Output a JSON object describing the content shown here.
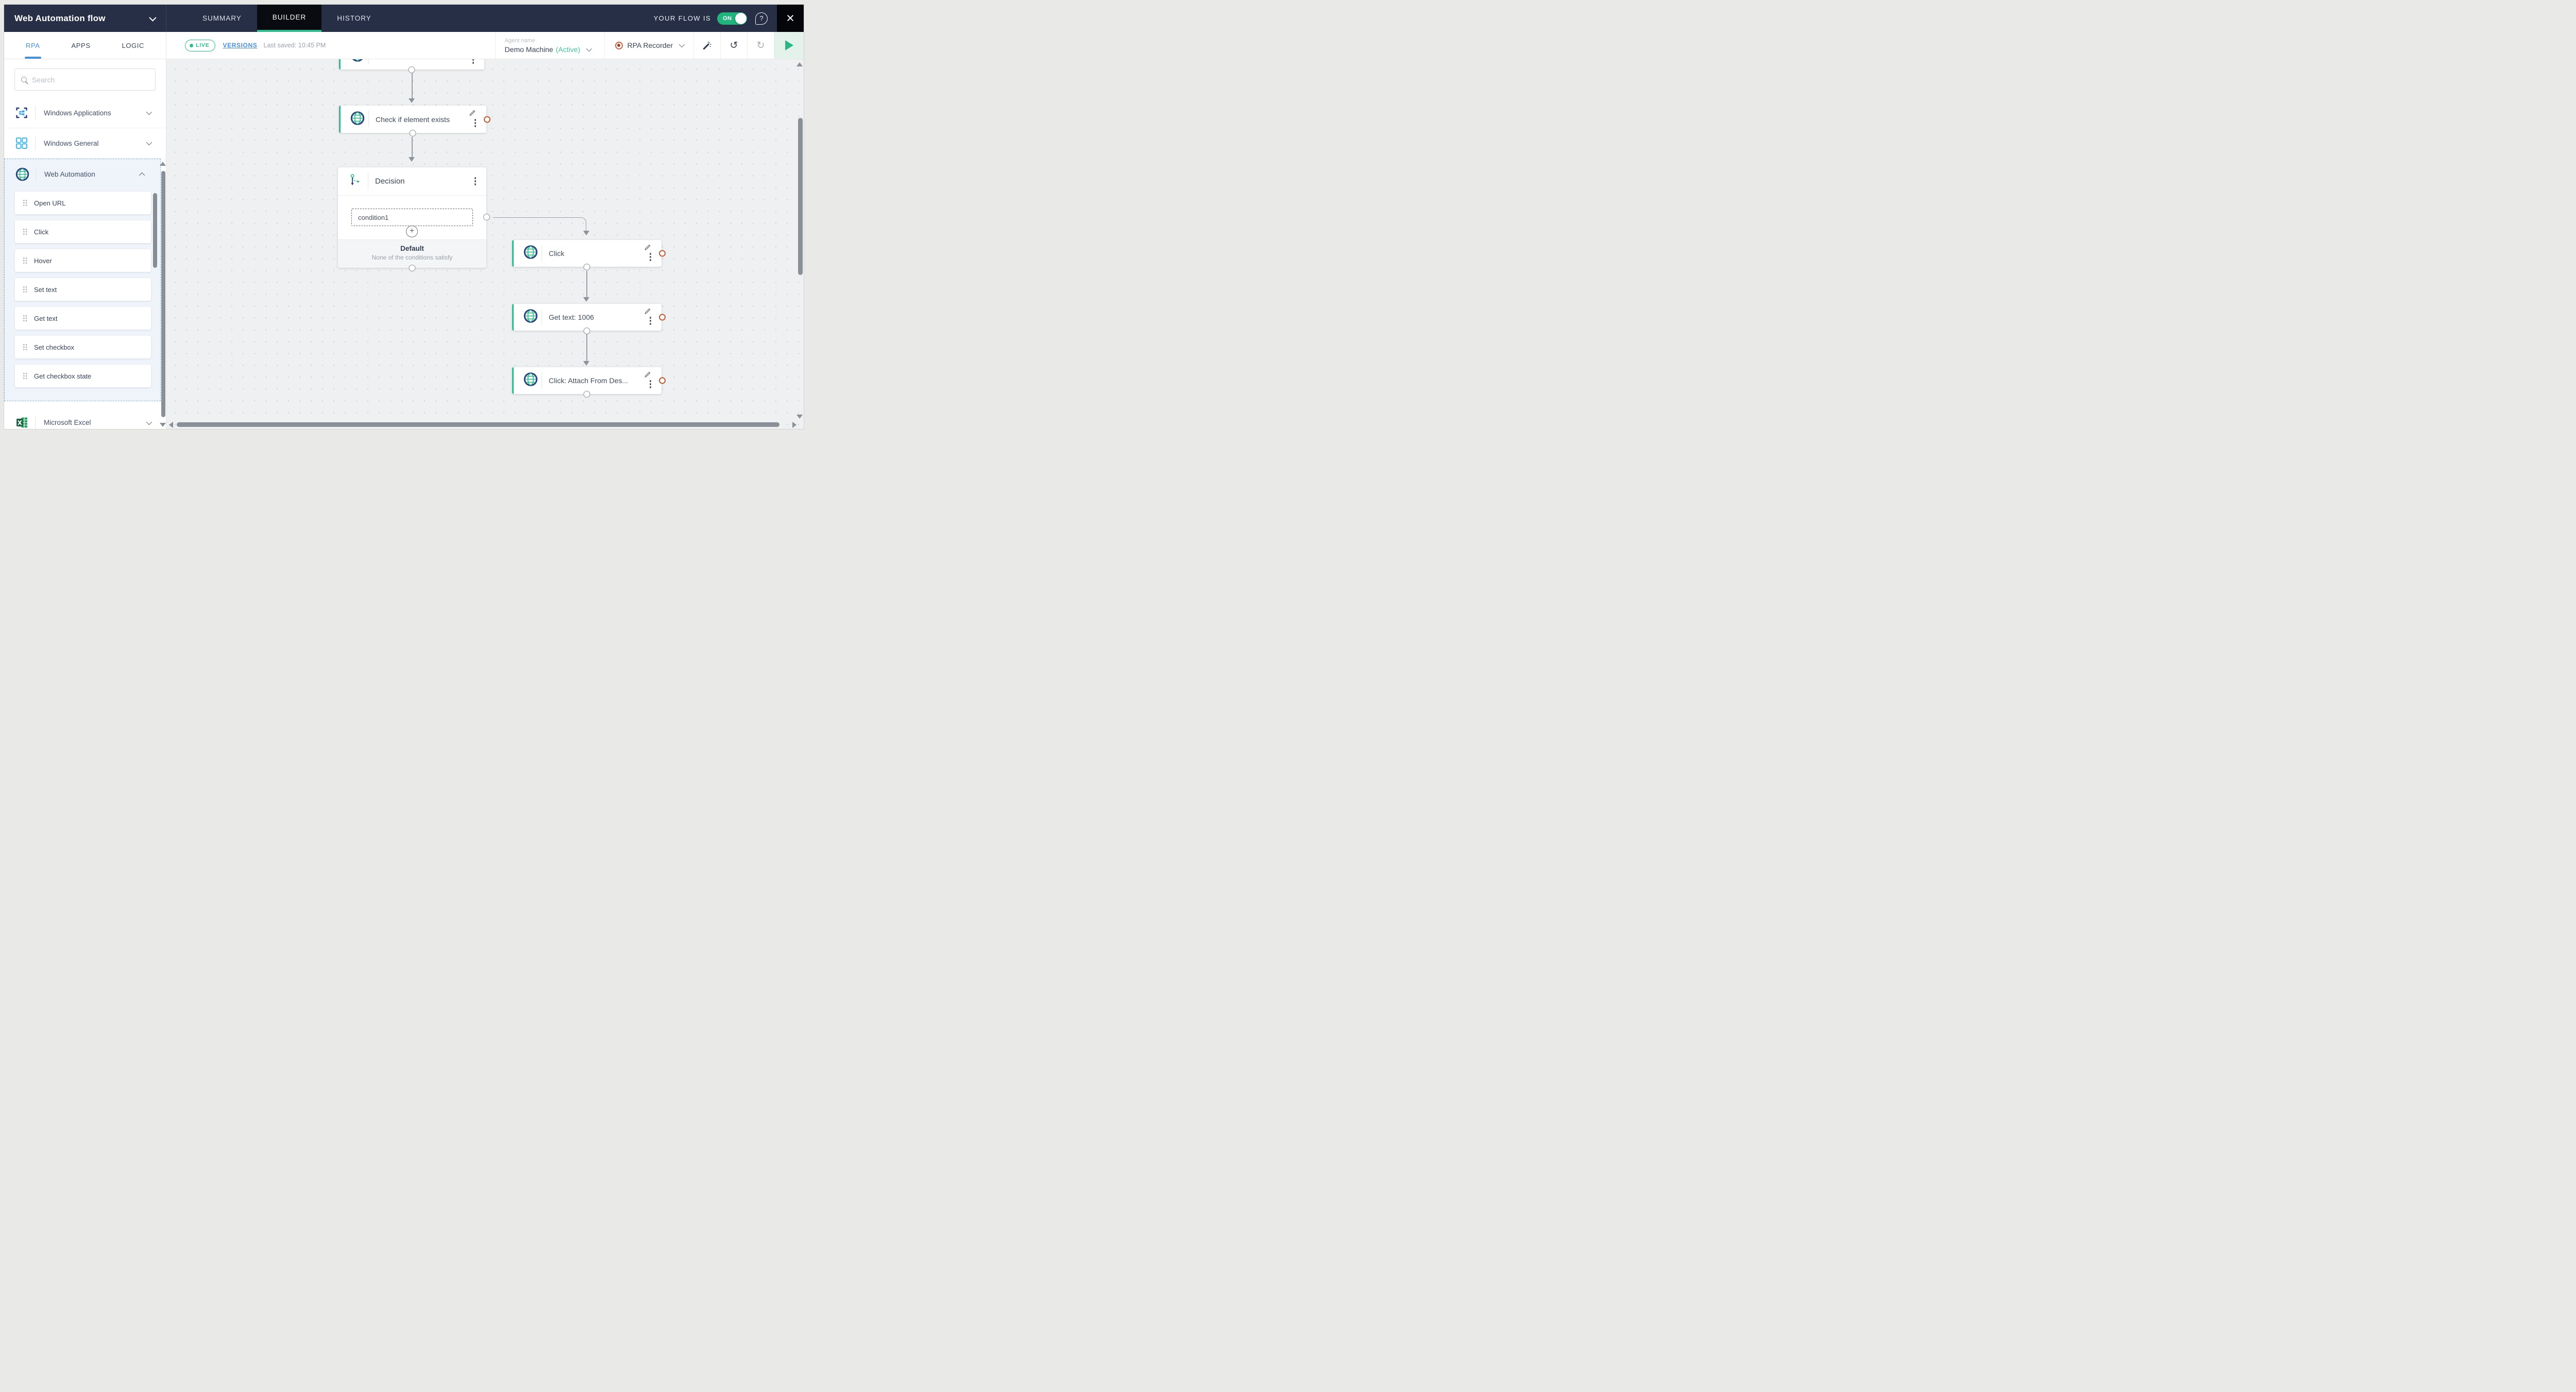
{
  "topbar": {
    "title": "Web Automation flow",
    "tabs": [
      {
        "label": "SUMMARY",
        "active": false
      },
      {
        "label": "BUILDER",
        "active": true
      },
      {
        "label": "HISTORY",
        "active": false
      }
    ],
    "flow_status_label": "YOUR FLOW IS",
    "toggle_label": "ON",
    "help_glyph": "?",
    "close_glyph": "×"
  },
  "toolbar": {
    "live_label": "LIVE",
    "versions_label": "VERSIONS",
    "last_saved": "Last saved: 10:45 PM",
    "agent_label": "Agent name",
    "agent_name": "Demo Machine",
    "agent_status": "(Active)",
    "recorder_label": "RPA Recorder",
    "undo_glyph": "↺",
    "redo_glyph": "↻"
  },
  "sidebar": {
    "tabs": [
      {
        "label": "RPA",
        "active": true
      },
      {
        "label": "APPS",
        "active": false
      },
      {
        "label": "LOGIC",
        "active": false
      }
    ],
    "search_placeholder": "Search",
    "categories": {
      "windows_applications": "Windows Applications",
      "windows_general": "Windows General",
      "web_automation": "Web Automation",
      "microsoft_excel": "Microsoft Excel"
    },
    "web_automation_items": [
      "Open URL",
      "Click",
      "Hover",
      "Set text",
      "Get text",
      "Set checkbox",
      "Get checkbox state"
    ]
  },
  "canvas": {
    "plus_glyph": "+",
    "nodes": {
      "check": "Check if element exists",
      "decision": "Decision",
      "condition": "condition1",
      "default_title": "Default",
      "default_subtitle": "None of the conditions satisfy",
      "click": "Click",
      "get_text": "Get text: 1006",
      "attach": "Click: Attach From Des..."
    }
  },
  "colors": {
    "accent_green": "#2fbd8f",
    "accent_blue": "#4a90d9",
    "dark_bar": "#262f45",
    "orange_ring": "#c05b35",
    "toggle_on": "#22b47d"
  }
}
